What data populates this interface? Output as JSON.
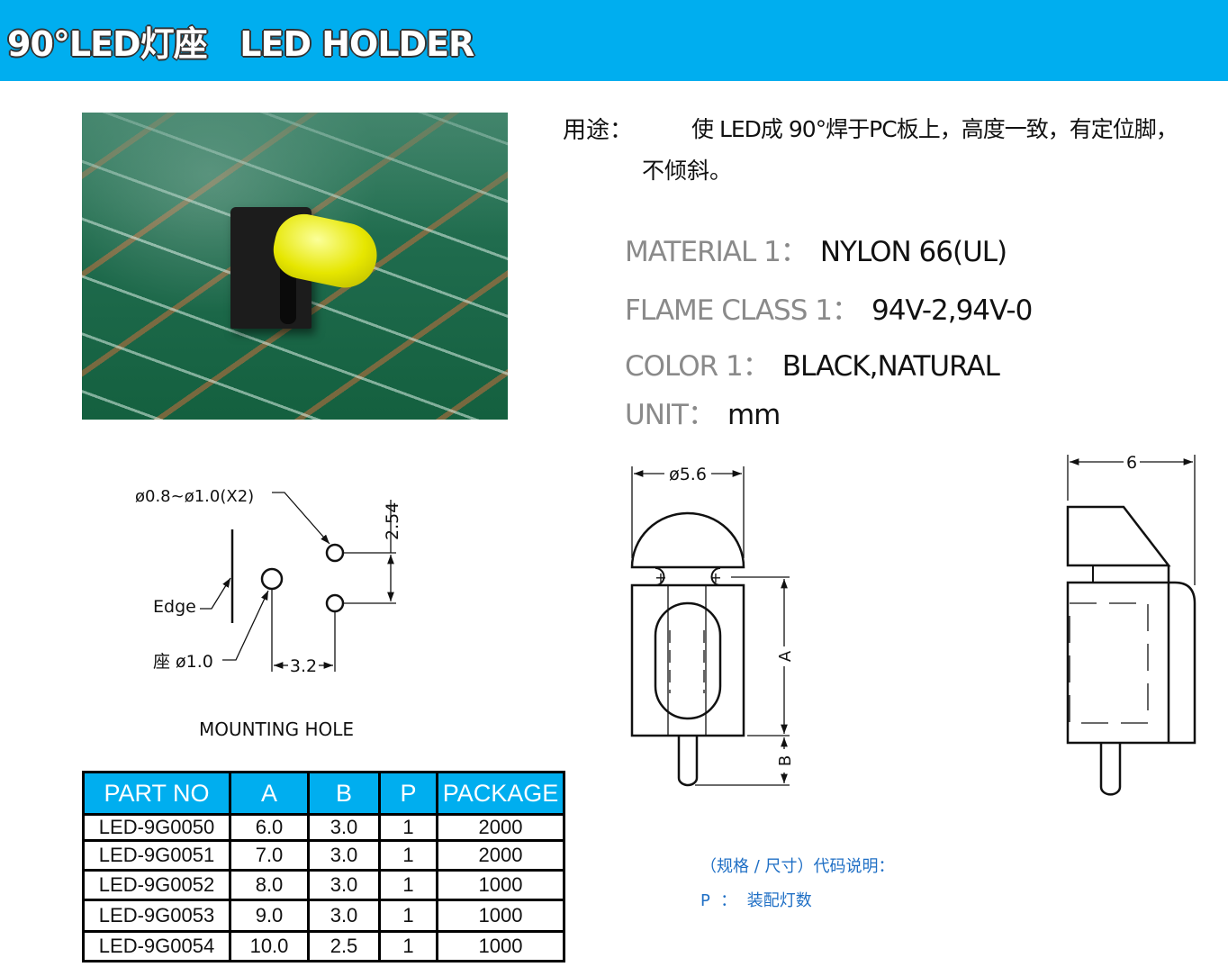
{
  "header": {
    "title": "90°LED灯座   LED HOLDER",
    "bg_color": "#00AEEF"
  },
  "photo": {
    "subject": "led-holder-on-pcb"
  },
  "usage": {
    "label": "用途：",
    "line1": "使 LED成 90°焊于PC板上，高度一致，有定位脚，",
    "line2": "不倾斜。"
  },
  "specs": [
    {
      "key": "MATERIAL 1：",
      "value": "NYLON 66(UL)"
    },
    {
      "key": "FLAME CLASS 1：",
      "value": "94V-2,94V-0"
    },
    {
      "key": "COLOR 1：",
      "value": "BLACK,NATURAL"
    },
    {
      "key": "UNIT：",
      "value": "mm"
    }
  ],
  "mounting_hole": {
    "hole_label": "ø0.8~ø1.0(X2)",
    "edge_label": "Edge",
    "seat_label": "座 ø1.0",
    "pitch_v": "2.54",
    "pitch_h": "3.2",
    "caption": "MOUNTING  HOLE"
  },
  "drawing": {
    "diameter": "ø5.6",
    "dim_a": "A",
    "dim_b": "B",
    "width": "6",
    "plus": "+"
  },
  "table": {
    "headers": [
      "PART NO",
      "A",
      "B",
      "P",
      "PACKAGE"
    ],
    "rows": [
      [
        "LED-9G0050",
        "6.0",
        "3.0",
        "1",
        "2000"
      ],
      [
        "LED-9G0051",
        "7.0",
        "3.0",
        "1",
        "2000"
      ],
      [
        "LED-9G0052",
        "8.0",
        "3.0",
        "1",
        "1000"
      ],
      [
        "LED-9G0053",
        "9.0",
        "3.0",
        "1",
        "1000"
      ],
      [
        "LED-9G0054",
        "10.0",
        "2.5",
        "1",
        "1000"
      ]
    ]
  },
  "notes": {
    "title": "（规格 / 尺寸）代码说明：",
    "p_line": "P  ：  装配灯数"
  }
}
